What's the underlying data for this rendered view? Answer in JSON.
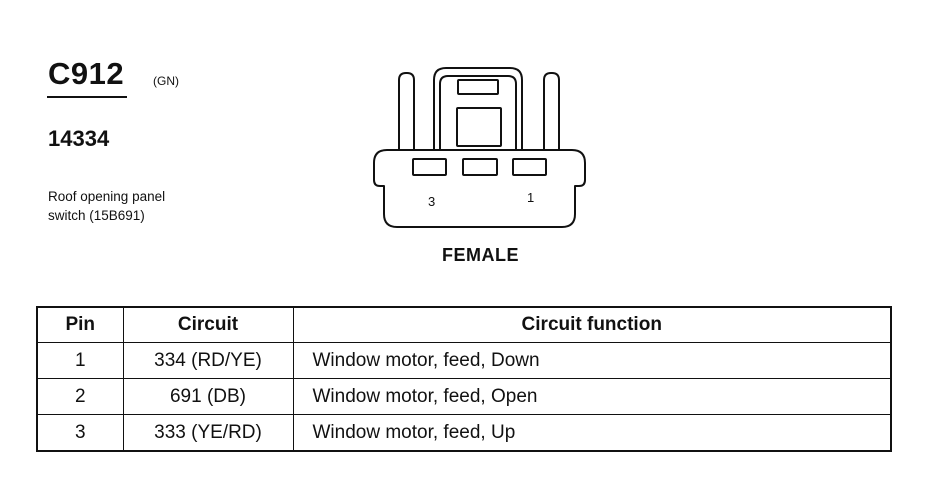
{
  "connector": {
    "id": "C912",
    "color_code": "(GN)",
    "part_number": "14334",
    "description_lines": [
      "Roof opening panel",
      "switch (15B691)"
    ],
    "gender": "FEMALE"
  },
  "diagram": {
    "cavity_labels": [
      "3",
      "1"
    ]
  },
  "table": {
    "headers": [
      "Pin",
      "Circuit",
      "Circuit function"
    ],
    "rows": [
      {
        "pin": "1",
        "circuit": "334 (RD/YE)",
        "function": "Window motor, feed, Down"
      },
      {
        "pin": "2",
        "circuit": "691 (DB)",
        "function": "Window motor, feed, Open"
      },
      {
        "pin": "3",
        "circuit": "333 (YE/RD)",
        "function": "Window motor, feed, Up"
      }
    ]
  }
}
